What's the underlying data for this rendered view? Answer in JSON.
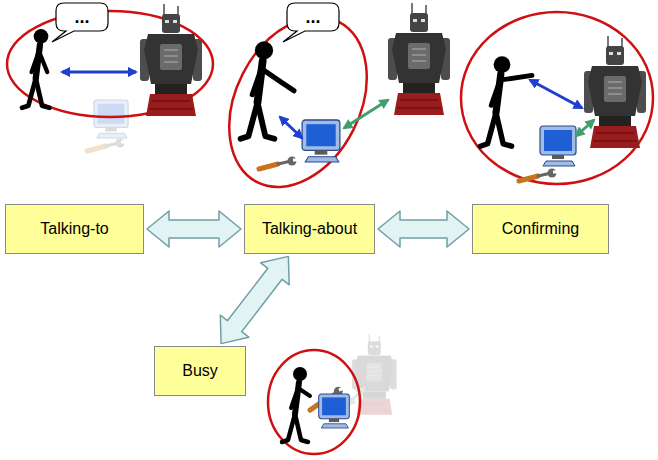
{
  "diagram": {
    "nodes": [
      {
        "text": [
          "Talking-to"
        ]
      },
      {
        "text": [
          "Talking-about"
        ]
      },
      {
        "text": [
          "Confirming"
        ]
      },
      {
        "text": [
          "Busy"
        ]
      }
    ],
    "edges": [
      {
        "from": 0,
        "to": 1,
        "arrow": "both"
      },
      {
        "from": 1,
        "to": 2,
        "arrow": "both"
      },
      {
        "from": 1,
        "to": 3,
        "arrow": "both"
      }
    ],
    "labels": [
      "...",
      "..."
    ]
  }
}
